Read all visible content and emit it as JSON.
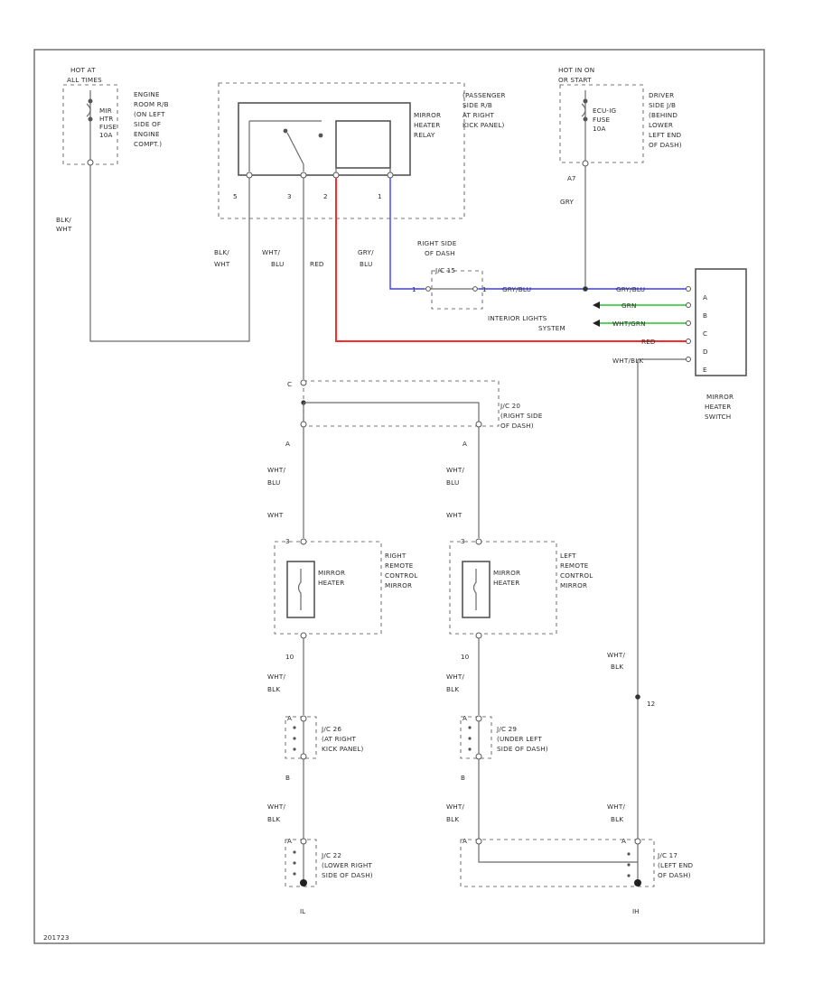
{
  "diagram": {
    "footer_code": "201723",
    "fuse_left": {
      "hot_label": [
        "HOT AT",
        "ALL TIMES"
      ],
      "fuse": [
        "MIR",
        "HTR",
        "FUSE",
        "10A"
      ],
      "location": [
        "ENGINE",
        "ROOM R/B",
        "(ON LEFT",
        "SIDE OF",
        "ENGINE",
        "COMPT.)"
      ],
      "wire_color": [
        "BLK/",
        "WHT"
      ]
    },
    "fuse_right": {
      "hot_label": [
        "HOT IN ON",
        "OR START"
      ],
      "fuse": [
        "ECU-IG",
        "FUSE",
        "10A"
      ],
      "location": [
        "DRIVER",
        "SIDE J/B",
        "(BEHIND",
        "LOWER",
        "LEFT END",
        "OF DASH)"
      ],
      "pin": "A7",
      "wire_color": "GRY"
    },
    "relay": {
      "label": [
        "MIRROR",
        "HEATER",
        "RELAY"
      ],
      "location": [
        "(PASSENGER",
        "SIDE R/B",
        "AT RIGHT",
        "KICK PANEL)"
      ],
      "pins": [
        "5",
        "3",
        "2",
        "1"
      ]
    },
    "relay_wires": {
      "pin5": [
        "BLK/",
        "WHT"
      ],
      "pin3": [
        "WHT/",
        "BLU"
      ],
      "pin2": "RED",
      "pin1": [
        "GRY/",
        "BLU"
      ]
    },
    "jc_dash": {
      "label": [
        "RIGHT SIDE",
        "OF DASH"
      ],
      "name": "J/C 15",
      "pin_left": "1",
      "pin_right": "1",
      "wire": "GRY/BLU"
    },
    "switch": {
      "label": [
        "MIRROR",
        "HEATER",
        "SWITCH"
      ],
      "pins": [
        "A",
        "B",
        "C",
        "D",
        "E"
      ],
      "wires": [
        "GRY/BLU",
        "GRN",
        "WHT/GRN",
        "RED",
        "WHT/BLK"
      ],
      "interior": [
        "INTERIOR LIGHTS",
        "SYSTEM"
      ]
    },
    "jc_upper": {
      "name": "J/C 20",
      "location": [
        "(RIGHT SIDE",
        "OF DASH)"
      ],
      "pins": [
        "C",
        "A",
        "A"
      ]
    },
    "right_mirror": {
      "heater": [
        "MIRROR",
        "HEATER"
      ],
      "label": [
        "RIGHT",
        "REMOTE",
        "CONTROL",
        "MIRROR"
      ],
      "wire_in": [
        "WHT/",
        "BLU"
      ],
      "wire_mid": "WHT",
      "pin_in": "3",
      "pin_out": "10",
      "wire_out": [
        "WHT/",
        "BLK"
      ]
    },
    "left_mirror": {
      "heater": [
        "MIRROR",
        "HEATER"
      ],
      "label": [
        "LEFT",
        "REMOTE",
        "CONTROL",
        "MIRROR"
      ],
      "wire_in": [
        "WHT/",
        "BLU"
      ],
      "wire_mid": "WHT",
      "pin_in": "3",
      "pin_out": "10",
      "wire_out": [
        "WHT/",
        "BLK"
      ]
    },
    "switch_ground_wire": [
      "WHT/",
      "BLK"
    ],
    "switch_ground_pin": "12",
    "jc_right_kick": {
      "name": "J/C 26",
      "location": [
        "(AT RIGHT",
        "KICK PANEL)"
      ],
      "pin_top": "A",
      "pin_bottom": "B",
      "wire_below": [
        "WHT/",
        "BLK"
      ]
    },
    "jc_left_dash": {
      "name": "J/C 29",
      "location": [
        "(UNDER LEFT",
        "SIDE OF DASH)"
      ],
      "pin_top": "A",
      "pin_bottom": "B",
      "wire_below": [
        "WHT/",
        "BLK"
      ]
    },
    "jc_lower_right": {
      "name": "J/C 22",
      "location": [
        "(LOWER RIGHT",
        "SIDE OF DASH)"
      ],
      "pin": "A",
      "ground": "IL"
    },
    "jc_left_end": {
      "name": "J/C 17",
      "location": [
        "(LEFT END",
        "OF DASH)"
      ],
      "pin_left": "A",
      "pin_right": "A",
      "ground": "IH",
      "wire_above": [
        "WHT/",
        "BLK"
      ]
    },
    "colors": {
      "power_red": "#ff2a2a",
      "signal_blue": "#3b3bff",
      "ground_green": "#25c425",
      "line_gray": "#6a6a6a"
    }
  }
}
